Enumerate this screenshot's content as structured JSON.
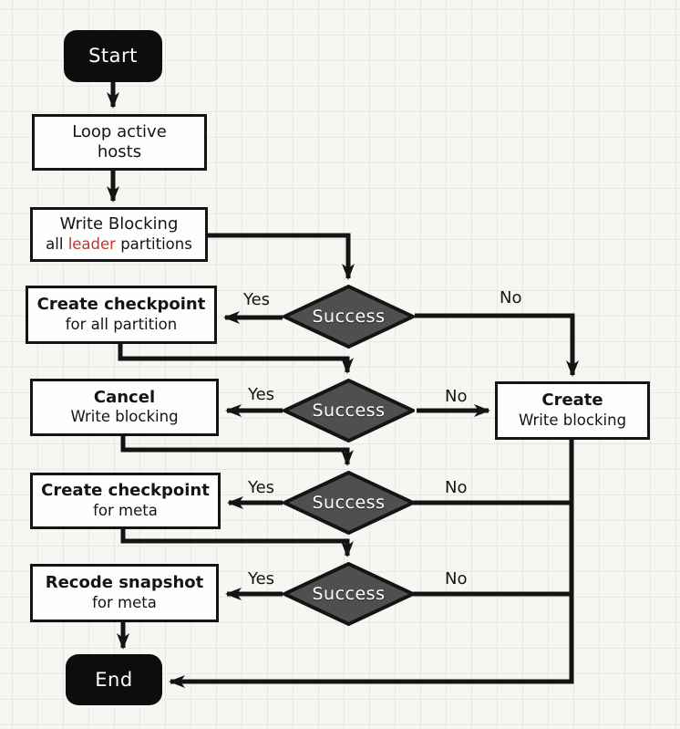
{
  "title": "Write blocking snapshot flowchart",
  "colors": {
    "background": "#f7f6f3",
    "grid": "#e9e6e4",
    "line": "#141414",
    "node_fill": "#fefefe",
    "node_border": "#141414",
    "terminal_fill": "#0d0d0d",
    "terminal_text": "#ffffff",
    "decision_fill": "#4f4f4f",
    "decision_text": "#ffffff",
    "highlight_red": "#c0372b"
  },
  "nodes": {
    "start": {
      "label": "Start"
    },
    "loop_hosts": {
      "line1": "Loop active",
      "line2": "hosts"
    },
    "write_blocking": {
      "line1": "Write Blocking",
      "line2_prefix": "all ",
      "line2_highlight": "leader",
      "line2_suffix": " partitions"
    },
    "checkpoint_all": {
      "line1": "Create checkpoint",
      "line2": "for all partition"
    },
    "cancel_write_blocking": {
      "line1": "Cancel",
      "line2": "Write blocking"
    },
    "create_write_blocking": {
      "line1": "Create",
      "line2": "Write blocking"
    },
    "checkpoint_meta": {
      "line1": "Create checkpoint",
      "line2": "for meta"
    },
    "recode_snapshot": {
      "line1": "Recode snapshot",
      "line2": "for meta"
    },
    "end": {
      "label": "End"
    }
  },
  "decisions": {
    "label": "Success"
  },
  "edge_labels": {
    "yes": "Yes",
    "no": "No"
  }
}
